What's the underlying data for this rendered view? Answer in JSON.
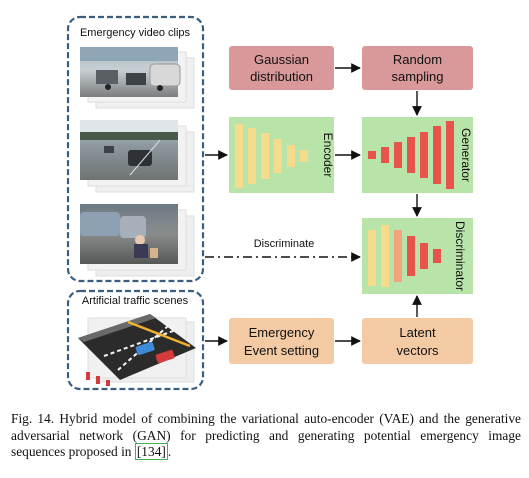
{
  "groups": {
    "video_clips": "Emergency video clips",
    "traffic_scenes": "Artificial traffic scenes"
  },
  "nodes": {
    "gaussian": [
      "Gaussian",
      "distribution"
    ],
    "random": [
      "Random",
      "sampling"
    ],
    "emergency": [
      "Emergency",
      "Event setting"
    ],
    "latent": [
      "Latent",
      "vectors"
    ],
    "encoder": "Encoder",
    "generator": "Generator",
    "discriminator": "Discriminator"
  },
  "edges": {
    "discriminate": "Discriminate"
  },
  "caption": {
    "prefix": "Fig. 14.   Hybrid model of combining the variational auto-encoder (VAE) and the generative adversarial network (GAN) for predicting and generating potential emergency image sequences proposed in ",
    "ref": "[134]",
    "suffix": "."
  },
  "colors": {
    "red_box": "#d9999a",
    "orange_box": "#f3caa4",
    "green_box": "#b8e3a9",
    "bar_yellow": "#f5dc8c",
    "bar_orange": "#f2a57a",
    "bar_red": "#e8534c",
    "dashed_border": "#3b5d80"
  }
}
